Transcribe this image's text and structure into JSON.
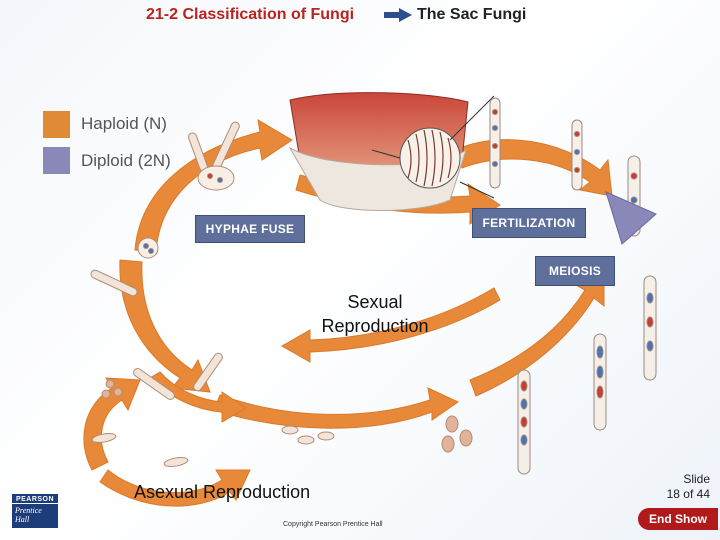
{
  "header": {
    "section_title": "21-2 Classification of Fungi",
    "topic_title": "The Sac Fungi"
  },
  "legend": {
    "haploid_label": "Haploid (N)",
    "haploid_color": "#e08a35",
    "diploid_label": "Diploid (2N)",
    "diploid_color": "#8a88b8"
  },
  "stages": {
    "hyphae_fuse": "HYPHAE FUSE",
    "fertilization": "FERTILIZATION",
    "meiosis": "MEIOSIS"
  },
  "cycle_labels": {
    "sexual": "Sexual Reproduction",
    "asexual": "Asexual Reproduction"
  },
  "footer": {
    "slide_label": "Slide",
    "slide_position": "18 of 44",
    "copyright": "Copyright Pearson Prentice Hall",
    "logo_top": "PEARSON",
    "logo_bottom": "Prentice Hall",
    "end_show": "End Show"
  },
  "colors": {
    "arrow": "#e8893a",
    "label_box": "#5d6f9a",
    "title_red": "#b8231f"
  }
}
